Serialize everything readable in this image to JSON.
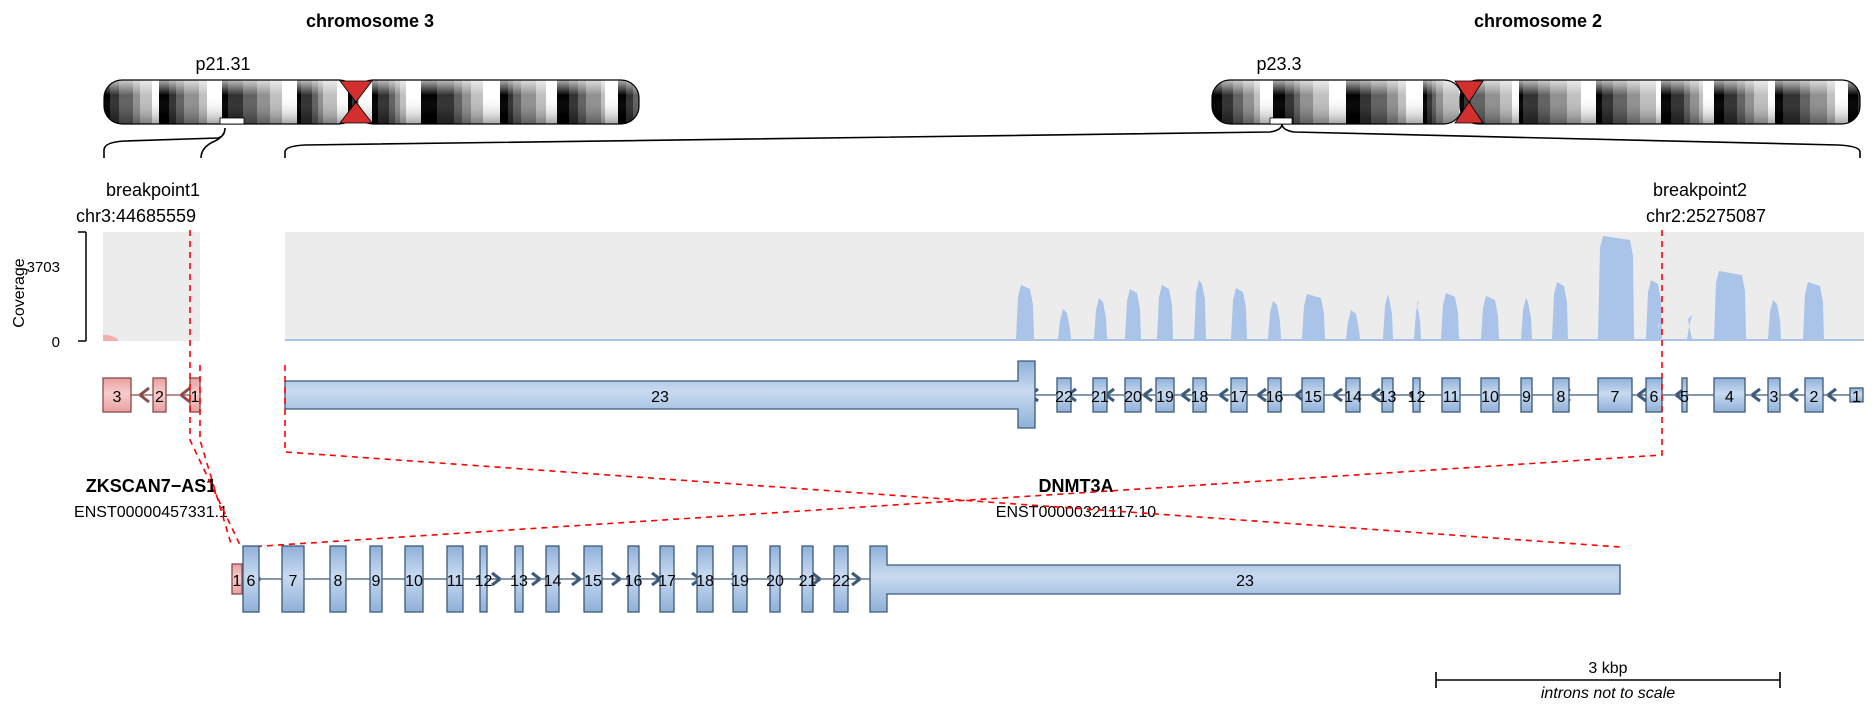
{
  "chromosome_a": {
    "title": "chromosome 3",
    "band": "p21.31"
  },
  "chromosome_b": {
    "title": "chromosome 2",
    "band": "p23.3"
  },
  "breakpoint1": {
    "label": "breakpoint1",
    "position": "chr3:44685559"
  },
  "breakpoint2": {
    "label": "breakpoint2",
    "position": "chr2:25275087"
  },
  "coverage": {
    "axis_label": "Coverage",
    "max": "3703",
    "min": "0"
  },
  "gene_a": {
    "name": "ZKSCAN7−AS1",
    "transcript": "ENST00000457331.1",
    "exons_shown": [
      "3",
      "2",
      "1"
    ],
    "color": "#f4b8b8"
  },
  "gene_b": {
    "name": "DNMT3A",
    "transcript": "ENST00000321117.10",
    "exons_shown": [
      "23",
      "22",
      "21",
      "20",
      "19",
      "18",
      "17",
      "16",
      "15",
      "14",
      "13",
      "12",
      "11",
      "10",
      "9",
      "8",
      "7",
      "6",
      "5",
      "4",
      "3",
      "2",
      "1"
    ],
    "color": "#b0c8e8"
  },
  "fusion": {
    "exons": [
      "1",
      "6",
      "7",
      "8",
      "9",
      "10",
      "11",
      "12",
      "13",
      "14",
      "15",
      "16",
      "17",
      "18",
      "19",
      "20",
      "21",
      "22",
      "23"
    ]
  },
  "scale_bar": {
    "label": "3 kbp",
    "note": "introns not to scale"
  },
  "colors": {
    "coverage_bg": "#ececec",
    "coverage_a": "#f2b0b0",
    "coverage_b": "#a9c4e8",
    "breakpoint_line": "#ff0000",
    "exon_stroke": "#3c5a7a"
  }
}
